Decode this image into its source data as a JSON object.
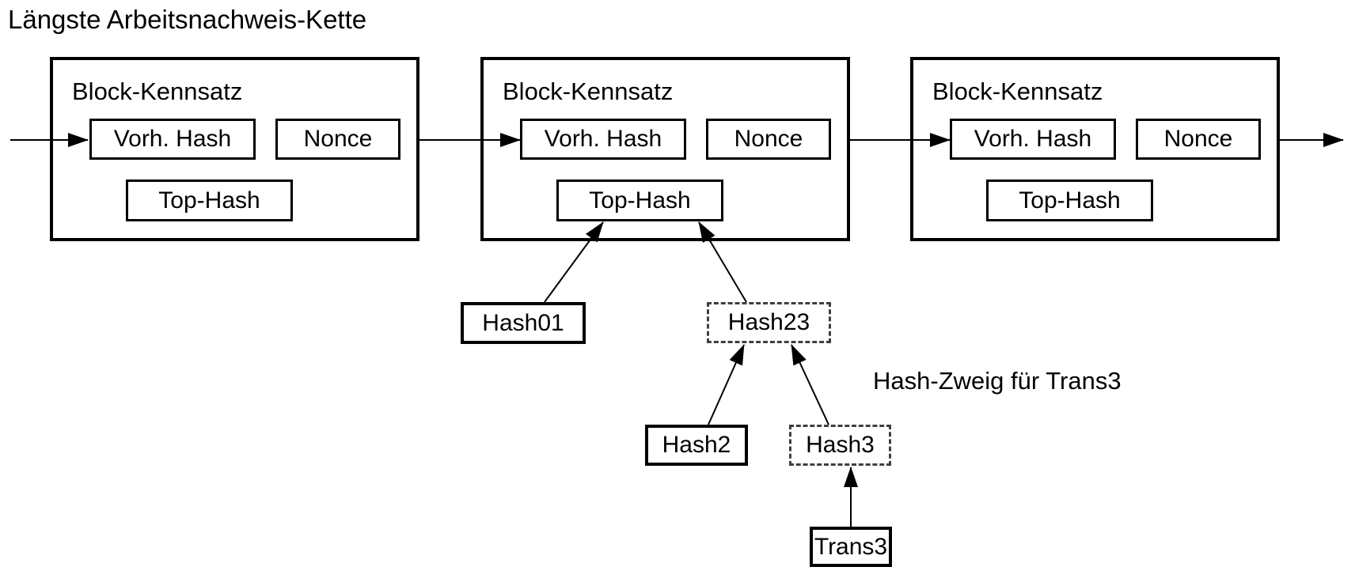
{
  "title": "Längste Arbeitsnachweis-Kette",
  "colors": {
    "foreground": "#000000",
    "background": "#ffffff",
    "dashed_box_border": "#3f3f3f"
  },
  "blocks": [
    {
      "header_label": "Block-Kennsatz",
      "prev_hash_label": "Vorh. Hash",
      "nonce_label": "Nonce",
      "top_hash_label": "Top-Hash"
    },
    {
      "header_label": "Block-Kennsatz",
      "prev_hash_label": "Vorh. Hash",
      "nonce_label": "Nonce",
      "top_hash_label": "Top-Hash"
    },
    {
      "header_label": "Block-Kennsatz",
      "prev_hash_label": "Vorh. Hash",
      "nonce_label": "Nonce",
      "top_hash_label": "Top-Hash"
    }
  ],
  "merkle_nodes": {
    "hash01": {
      "label": "Hash01",
      "style": "solid"
    },
    "hash23": {
      "label": "Hash23",
      "style": "dashed"
    },
    "hash2": {
      "label": "Hash2",
      "style": "solid"
    },
    "hash3": {
      "label": "Hash3",
      "style": "dashed"
    },
    "trans3": {
      "label": "Trans3",
      "style": "solid"
    }
  },
  "annotation": "Hash-Zweig für Trans3"
}
